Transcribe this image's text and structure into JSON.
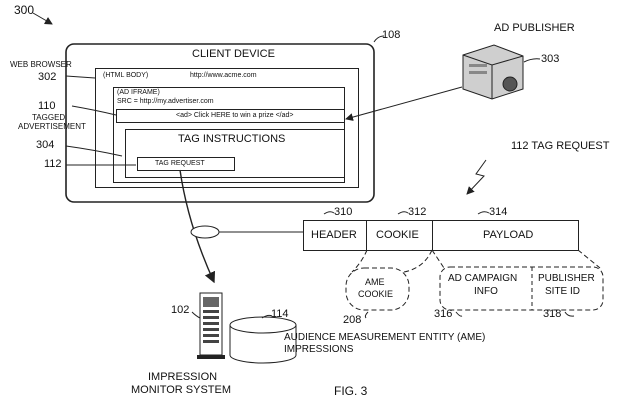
{
  "refs": {
    "fig_number": "300",
    "client_device": "108",
    "web_browser": "302",
    "tagged_ad": "110",
    "tag_instructions": "304",
    "tag_request": "112",
    "ad_publisher": "303",
    "header": "310",
    "cookie": "312",
    "payload": "314",
    "ame_cookie": "208",
    "ad_campaign": "316",
    "publisher_site": "318",
    "impression_monitor": "102",
    "impressions": "114"
  },
  "labels": {
    "client_device": "CLIENT DEVICE",
    "web_browser": "WEB BROWSER",
    "html_body": "(HTML BODY)",
    "url": "http://www.acme.com",
    "ad_iframe": "(AD IFRAME)",
    "ad_src": "SRC = http://my.advertiser.com",
    "ad_link": "<ad> Click HERE to win a prize </ad>",
    "tagged_ad_1": "TAGGED",
    "tagged_ad_2": "ADVERTISEMENT",
    "tag_instructions": "TAG INSTRUCTIONS",
    "tag_request": "TAG REQUEST",
    "ad_publisher": "AD PUBLISHER",
    "tag_request_title": "112 TAG REQUEST",
    "header": "HEADER",
    "cookie": "COOKIE",
    "payload": "PAYLOAD",
    "ame_cookie_1": "AME",
    "ame_cookie_2": "COOKIE",
    "ad_campaign_1": "AD CAMPAIGN",
    "ad_campaign_2": "INFO",
    "publisher_site_1": "PUBLISHER",
    "publisher_site_2": "SITE ID",
    "ame_impressions_1": "AUDIENCE MEASUREMENT ENTITY (AME)",
    "ame_impressions_2": "IMPRESSIONS",
    "impression_monitor_1": "IMPRESSION",
    "impression_monitor_2": "MONITOR SYSTEM",
    "figure": "FIG. 3"
  }
}
